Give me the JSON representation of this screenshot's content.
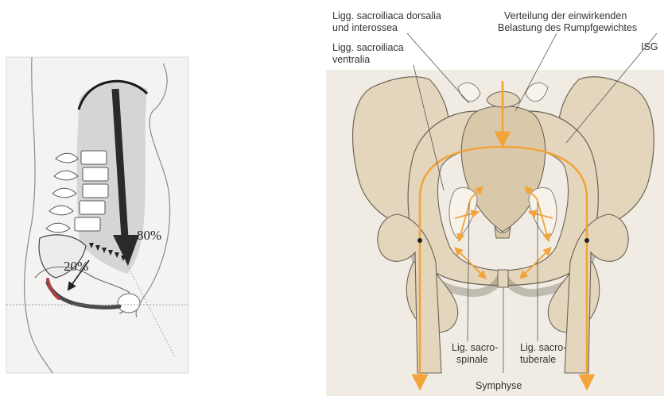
{
  "left_figure": {
    "load_trunk_percent": "80%",
    "load_pelvis_percent": "20%"
  },
  "right_figure": {
    "labels": {
      "dorsal_ligaments_line1": "Ligg. sacroiliaca dorsalia",
      "dorsal_ligaments_line2": "und interossea",
      "load_distribution_line1": "Verteilung der einwirkenden",
      "load_distribution_line2": "Belastung des Rumpfgewichtes",
      "isg": "ISG",
      "ventral_ligaments_line1": "Ligg. sacroiliaca",
      "ventral_ligaments_line2": "ventralia",
      "sacrospinale_line1": "Lig. sacro-",
      "sacrospinale_line2": "spinale",
      "sacrotuberale_line1": "Lig. sacro-",
      "sacrotuberale_line2": "tuberale",
      "symphyse": "Symphyse"
    },
    "colors": {
      "bone": "#e4d6bd",
      "load_arrow": "#f2a33a",
      "background": "#f0ece4"
    }
  }
}
